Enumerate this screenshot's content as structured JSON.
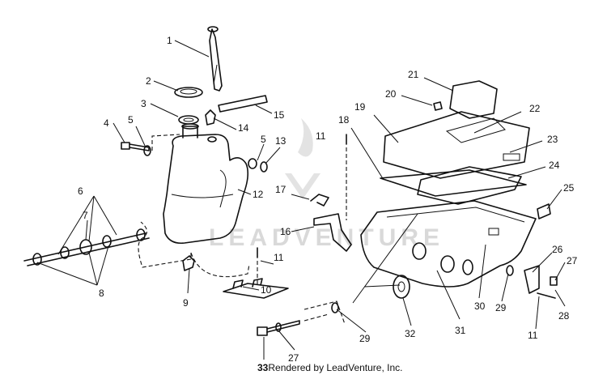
{
  "watermark": "LEADVENTURE",
  "footer": {
    "page_number": "33",
    "credit": "Rendered by LeadVenture, Inc."
  },
  "callouts": {
    "c1": "1",
    "c2": "2",
    "c3": "3",
    "c4": "4",
    "c5a": "5",
    "c5b": "5",
    "c6": "6",
    "c7": "7",
    "c8": "8",
    "c9": "9",
    "c10": "10",
    "c11a": "11",
    "c11b": "11",
    "c11c": "11",
    "c12": "12",
    "c13": "13",
    "c14": "14",
    "c15": "15",
    "c16": "16",
    "c17": "17",
    "c18": "18",
    "c19": "19",
    "c20": "20",
    "c21": "21",
    "c22": "22",
    "c23": "23",
    "c24": "24",
    "c25": "25",
    "c26": "26",
    "c27a": "27",
    "c27b": "27",
    "c28": "28",
    "c29a": "29",
    "c29b": "29",
    "c30": "30",
    "c31": "31",
    "c32": "32"
  }
}
